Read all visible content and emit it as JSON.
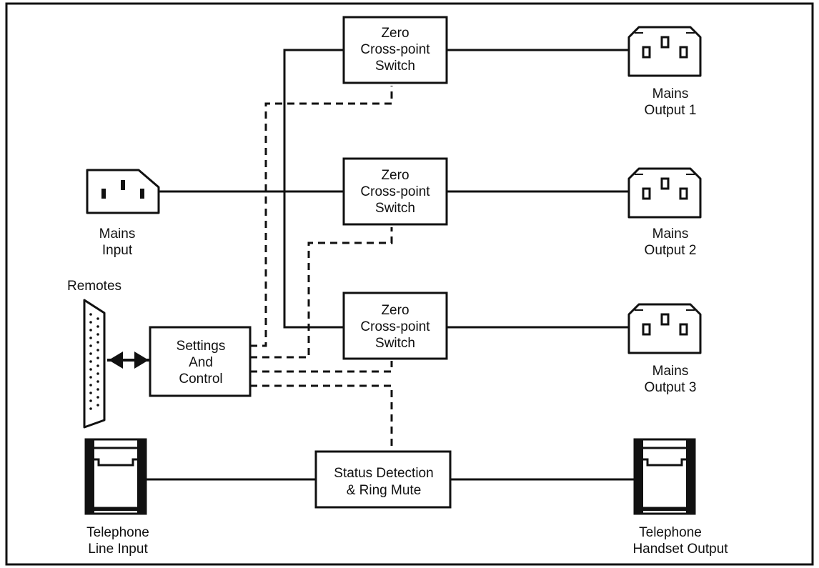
{
  "switches": [
    {
      "label": [
        "Zero",
        "Cross-point",
        "Switch"
      ]
    },
    {
      "label": [
        "Zero",
        "Cross-point",
        "Switch"
      ]
    },
    {
      "label": [
        "Zero",
        "Cross-point",
        "Switch"
      ]
    }
  ],
  "mains_input": {
    "label": [
      "Mains",
      "Input"
    ]
  },
  "mains_outputs": [
    {
      "label": [
        "Mains",
        "Output 1"
      ]
    },
    {
      "label": [
        "Mains",
        "Output 2"
      ]
    },
    {
      "label": [
        "Mains",
        "Output 3"
      ]
    }
  ],
  "remotes": {
    "label": "Remotes"
  },
  "settings": {
    "label": [
      "Settings",
      "And",
      "Control"
    ]
  },
  "status": {
    "label": [
      "Status Detection",
      "& Ring Mute"
    ]
  },
  "telephone_input": {
    "label": [
      "Telephone",
      "Line Input"
    ]
  },
  "telephone_output": {
    "label": [
      "Telephone",
      "Handset Output"
    ]
  }
}
